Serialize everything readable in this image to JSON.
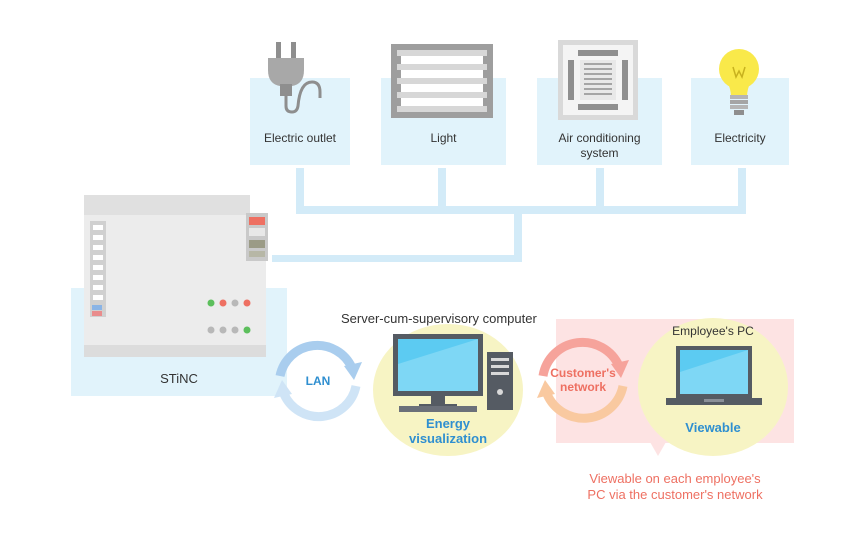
{
  "devices": [
    {
      "id": "outlet",
      "label": "Electric outlet",
      "icon": "electric-plug-icon"
    },
    {
      "id": "light",
      "label": "Light",
      "icon": "fluorescent-light-icon"
    },
    {
      "id": "ac",
      "label": "Air conditioning\nsystem",
      "icon": "air-conditioner-icon"
    },
    {
      "id": "electricity",
      "label": "Electricity",
      "icon": "light-bulb-icon"
    }
  ],
  "stinc": {
    "label": "STiNC"
  },
  "lan": {
    "label": "LAN"
  },
  "server": {
    "title": "Server-cum-supervisory computer",
    "caption_line1": "Energy",
    "caption_line2": "visualization"
  },
  "network": {
    "line1": "Customer's",
    "line2": "network"
  },
  "employee": {
    "title": "Employee's PC",
    "caption": "Viewable"
  },
  "note": {
    "line1": "Viewable on each employee's",
    "line2": "PC via the customer's network"
  },
  "colors": {
    "card_bg": "#e1f3fb",
    "connector": "#d3ebf8",
    "circle_bg": "#f7f4c4",
    "accent_blue": "#2f8fd0",
    "accent_red": "#ee7062",
    "note_bg": "#fde3e3"
  }
}
